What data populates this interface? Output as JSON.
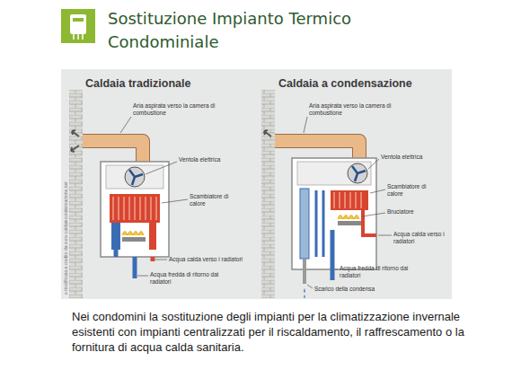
{
  "diagram": {
    "title": "Sostituzione Impianto Termico Condominiale",
    "caption": "Nei condomini la sostituzione degli impianti per la climatizzazione invernale esistenti con impianti centralizzati per il riscaldamento, il raffrescamento o la fornitura di acqua calda sanitaria.",
    "labels": [
      "Caldaia tradizionale",
      "Aria aspirata verso la camera di combustione",
      "Ventola elettrica",
      "Scambiatore di calore",
      "Acqua calda verso i radiatori",
      "Acqua fredda di ritorno dai radiatori",
      "Caldaia a condensazione",
      "Aria aspirata verso la camera di combustione",
      "Ventola elettrica",
      "Scambiatore di calore",
      "Bruciatore",
      "Acqua calda verso i radiatori",
      "Acqua fredda di ritorno dai radiatori",
      "Scarico della condensa",
      "e modificata a credito da www.caldaiecondensazione.net"
    ]
  }
}
